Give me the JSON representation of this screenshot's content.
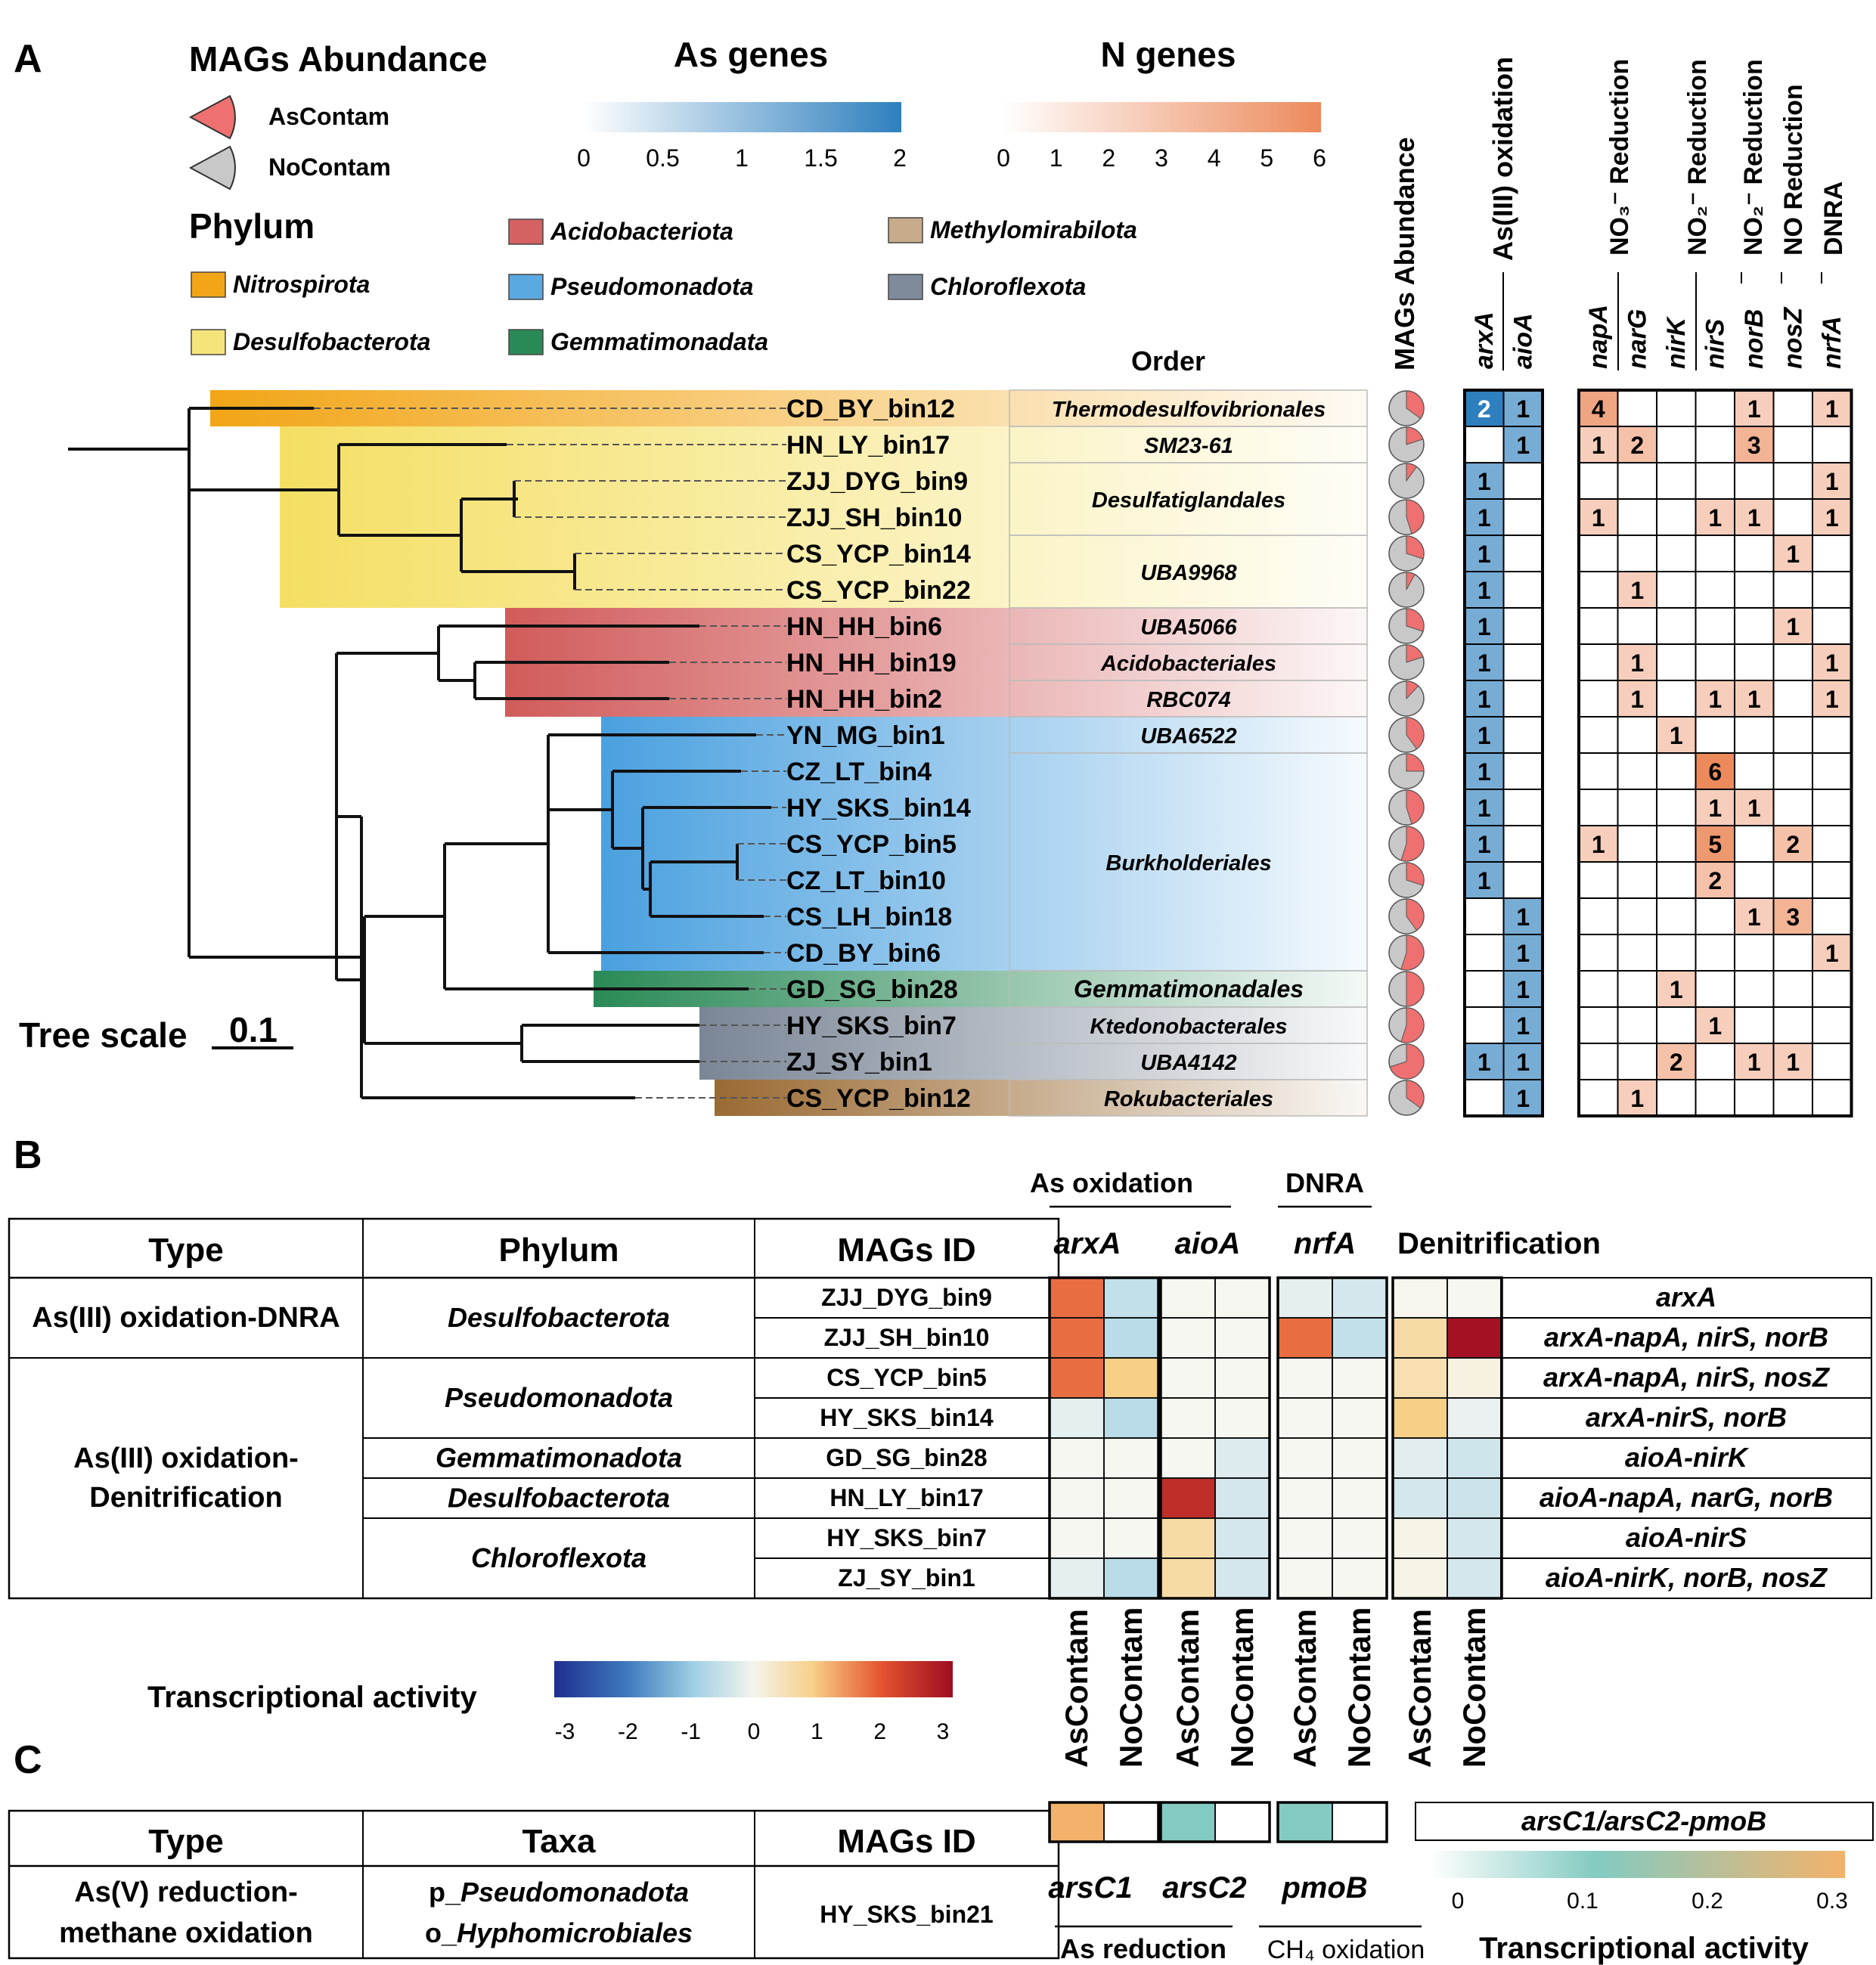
{
  "panel_labels": {
    "a": "A",
    "b": "B",
    "c": "C"
  },
  "legend": {
    "mags_title": "MAGs Abundance",
    "mags_items": [
      {
        "label": "AsContam",
        "color": "#ee7070"
      },
      {
        "label": "NoContam",
        "color": "#c8c8c8"
      }
    ],
    "as_title": "As genes",
    "as_ticks": [
      "0",
      "0.5",
      "1",
      "1.5",
      "2"
    ],
    "n_title": "N genes",
    "n_ticks": [
      "0",
      "1",
      "2",
      "3",
      "4",
      "5",
      "6"
    ],
    "phylum_title": "Phylum",
    "phyla": [
      {
        "label": "Nitrospirota",
        "color": "#f2a516"
      },
      {
        "label": "Desulfobacterota",
        "color": "#f5e47a"
      },
      {
        "label": "Acidobacteriota",
        "color": "#d46262"
      },
      {
        "label": "Pseudomonadota",
        "color": "#5aa9e0"
      },
      {
        "label": "Gemmatimonadata",
        "color": "#2a8a57"
      },
      {
        "label": "Methylomirabilota",
        "color": "#c8ab8a"
      },
      {
        "label": "Chloroflexota",
        "color": "#7f8a9a"
      }
    ]
  },
  "tree": {
    "scale_label": "Tree scale",
    "scale_value": "0.1",
    "order_header": "Order",
    "abund_header": "MAGs Abundance",
    "as_header": "As(III) oxidation",
    "as_genes": [
      "arxA",
      "aioA"
    ],
    "n_headers": [
      "NO₃⁻ Reduction",
      "NO₂⁻ Reduction",
      "NO₂⁻ Reduction",
      "NO Reduction",
      "DNRA"
    ],
    "n_genes": [
      "napA",
      "narG",
      "nirK",
      "nirS",
      "norB",
      "nosZ",
      "nrfA"
    ],
    "mags": [
      "CD_BY_bin12",
      "HN_LY_bin17",
      "ZJJ_DYG_bin9",
      "ZJJ_SH_bin10",
      "CS_YCP_bin14",
      "CS_YCP_bin22",
      "HN_HH_bin6",
      "HN_HH_bin19",
      "HN_HH_bin2",
      "YN_MG_bin1",
      "CZ_LT_bin4",
      "HY_SKS_bin14",
      "CS_YCP_bin5",
      "CZ_LT_bin10",
      "CS_LH_bin18",
      "CD_BY_bin6",
      "GD_SG_bin28",
      "HY_SKS_bin7",
      "ZJ_SY_bin1",
      "CS_YCP_bin12"
    ],
    "orders": [
      {
        "label": "Thermodesulfovibrionales",
        "rows": 1
      },
      {
        "label": "SM23-61",
        "rows": 1
      },
      {
        "label": "Desulfatiglandales",
        "rows": 2
      },
      {
        "label": "UBA9968",
        "rows": 2
      },
      {
        "label": "UBA5066",
        "rows": 1
      },
      {
        "label": "Acidobacteriales",
        "rows": 1
      },
      {
        "label": "RBC074",
        "rows": 1
      },
      {
        "label": "UBA6522",
        "rows": 1
      },
      {
        "label": "Burkholderiales",
        "rows": 6
      },
      {
        "label": "Gemmatimonadales",
        "rows": 1
      },
      {
        "label": "Ktedonobacterales",
        "rows": 1
      },
      {
        "label": "UBA4142",
        "rows": 1
      },
      {
        "label": "Rokubacteriales",
        "rows": 1
      }
    ],
    "abund_ascontam_fraction": [
      0.35,
      0.2,
      0.1,
      0.45,
      0.3,
      0.08,
      0.3,
      0.2,
      0.12,
      0.4,
      0.25,
      0.45,
      0.55,
      0.3,
      0.4,
      0.55,
      0.5,
      0.55,
      0.7,
      0.35
    ],
    "as_values": [
      [
        2,
        1
      ],
      [
        0,
        1
      ],
      [
        1,
        0
      ],
      [
        1,
        0
      ],
      [
        1,
        0
      ],
      [
        1,
        0
      ],
      [
        1,
        0
      ],
      [
        1,
        0
      ],
      [
        1,
        0
      ],
      [
        1,
        0
      ],
      [
        1,
        0
      ],
      [
        1,
        0
      ],
      [
        1,
        0
      ],
      [
        1,
        0
      ],
      [
        0,
        1
      ],
      [
        0,
        1
      ],
      [
        0,
        1
      ],
      [
        0,
        1
      ],
      [
        1,
        1
      ],
      [
        0,
        1
      ]
    ],
    "n_values": [
      [
        4,
        0,
        0,
        0,
        1,
        0,
        1
      ],
      [
        1,
        2,
        0,
        0,
        3,
        0,
        0
      ],
      [
        0,
        0,
        0,
        0,
        0,
        0,
        1
      ],
      [
        1,
        0,
        0,
        1,
        1,
        0,
        1
      ],
      [
        0,
        0,
        0,
        0,
        0,
        1,
        0
      ],
      [
        0,
        1,
        0,
        0,
        0,
        0,
        0
      ],
      [
        0,
        0,
        0,
        0,
        0,
        1,
        0
      ],
      [
        0,
        1,
        0,
        0,
        0,
        0,
        1
      ],
      [
        0,
        1,
        0,
        1,
        1,
        0,
        1
      ],
      [
        0,
        0,
        1,
        0,
        0,
        0,
        0
      ],
      [
        0,
        0,
        0,
        6,
        0,
        0,
        0
      ],
      [
        0,
        0,
        0,
        1,
        1,
        0,
        0
      ],
      [
        1,
        0,
        0,
        5,
        0,
        2,
        0
      ],
      [
        0,
        0,
        0,
        2,
        0,
        0,
        0
      ],
      [
        0,
        0,
        0,
        0,
        1,
        3,
        0
      ],
      [
        0,
        0,
        0,
        0,
        0,
        0,
        1
      ],
      [
        0,
        0,
        1,
        0,
        0,
        0,
        0
      ],
      [
        0,
        0,
        0,
        1,
        0,
        0,
        0
      ],
      [
        0,
        0,
        2,
        0,
        1,
        1,
        0
      ],
      [
        0,
        1,
        0,
        0,
        0,
        0,
        0
      ]
    ]
  },
  "panel_b": {
    "headers": [
      "Type",
      "Phylum",
      "MAGs ID"
    ],
    "types": [
      {
        "label": "As(III) oxidation-DNRA",
        "rows": 2
      },
      {
        "label": "As(III) oxidation-\nDenitrification",
        "rows": 6
      }
    ],
    "phyla": [
      {
        "label": "Desulfobacterota",
        "rows": 2
      },
      {
        "label": "Pseudomonadota",
        "rows": 2
      },
      {
        "label": "Gemmatimonadota",
        "rows": 1
      },
      {
        "label": "Desulfobacterota",
        "rows": 1
      },
      {
        "label": "Chloroflexota",
        "rows": 2
      }
    ],
    "ids": [
      "ZJJ_DYG_bin9",
      "ZJJ_SH_bin10",
      "CS_YCP_bin5",
      "HY_SKS_bin14",
      "GD_SG_bin28",
      "HN_LY_bin17",
      "HY_SKS_bin7",
      "ZJ_SY_bin1"
    ],
    "group_labels": [
      "As oxidation",
      "DNRA"
    ],
    "gene_labels": [
      "arxA",
      "aioA",
      "nrfA"
    ],
    "denit_label": "Denitrification",
    "columns": [
      "AsContam",
      "NoContam"
    ],
    "heat": {
      "arxA": [
        [
          1.8,
          -0.6
        ],
        [
          1.8,
          -0.7
        ],
        [
          1.8,
          1.0
        ],
        [
          -0.2,
          -0.7
        ],
        [
          0,
          0
        ],
        [
          0,
          0
        ],
        [
          0,
          0
        ],
        [
          -0.2,
          -0.7
        ]
      ],
      "aioA": [
        [
          0,
          0
        ],
        [
          0,
          0
        ],
        [
          0,
          0
        ],
        [
          0,
          0
        ],
        [
          0,
          -0.3
        ],
        [
          2.8,
          -0.4
        ],
        [
          0.7,
          -0.4
        ],
        [
          0.7,
          -0.4
        ]
      ],
      "nrfA": [
        [
          -0.2,
          -0.4
        ],
        [
          1.8,
          -0.6
        ],
        [
          0,
          0
        ],
        [
          0,
          0
        ],
        [
          0,
          0
        ],
        [
          0,
          0
        ],
        [
          0,
          0
        ],
        [
          0,
          0
        ]
      ],
      "denit": [
        [
          0.05,
          0
        ],
        [
          0.7,
          3.4
        ],
        [
          0.6,
          0.15
        ],
        [
          1.0,
          -0.15
        ],
        [
          -0.25,
          -0.45
        ],
        [
          -0.4,
          -0.5
        ],
        [
          0.1,
          -0.4
        ],
        [
          0.1,
          -0.4
        ]
      ]
    },
    "pair_labels": [
      "arxA",
      "arxA-napA, nirS, norB",
      "arxA-napA, nirS, nosZ",
      "arxA-nirS, norB",
      "aioA-nirK",
      "aioA-napA, narG, norB",
      "aioA-nirS",
      "aioA-nirK, norB, nosZ"
    ],
    "activity_title": "Transcriptional activity",
    "activity_ticks": [
      "-3",
      "-2",
      "-1",
      "0",
      "1",
      "2",
      "3"
    ]
  },
  "panel_c": {
    "headers": [
      "Type",
      "Taxa",
      "MAGs ID"
    ],
    "type": "As(V) reduction-\nmethane oxidation",
    "taxa": [
      {
        "prefix": "p_",
        "name": "Pseudomonadota"
      },
      {
        "prefix": "o_",
        "name": "Hyphomicrobiales"
      }
    ],
    "id": "HY_SKS_bin21",
    "genes": [
      "arsC1",
      "arsC2",
      "pmoB"
    ],
    "heat": {
      "arsC1": [
        0.3,
        0
      ],
      "arsC2": [
        0.12,
        0
      ],
      "pmoB": [
        0.12,
        0
      ]
    },
    "group_as": "As reduction",
    "group_ch4": "CH₄ oxidation",
    "pair_label": "arsC1/arsC2-pmoB",
    "activity_title": "Transcriptional activity",
    "activity_ticks": [
      "0",
      "0.1",
      "0.2",
      "0.3"
    ]
  }
}
